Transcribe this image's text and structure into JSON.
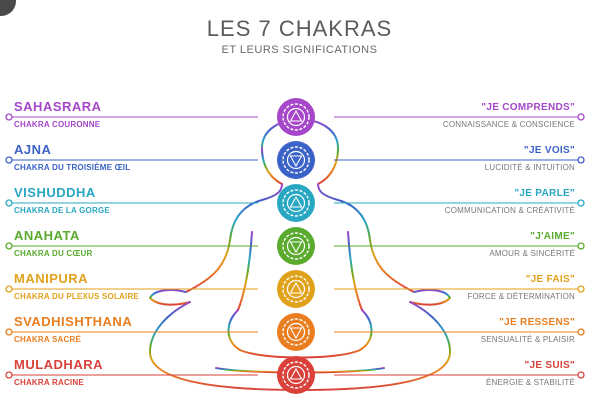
{
  "title": "LES 7 CHAKRAS",
  "subtitle": "ET LEURS SIGNIFICATIONS",
  "chakras": [
    {
      "name": "SAHASRARA",
      "sub": "CHAKRA COURONNE",
      "mantra": "\"JE COMPRENDS\"",
      "meaning": "CONNAISSANCE & CONSCIENCE",
      "color": "#a547c8"
    },
    {
      "name": "AJNA",
      "sub": "CHAKRA DU TROISIÈME ŒIL",
      "mantra": "\"JE VOIS\"",
      "meaning": "LUCIDITÉ & INTUITION",
      "color": "#3b62c6"
    },
    {
      "name": "VISHUDDHA",
      "sub": "CHAKRA DE LA GORGE",
      "mantra": "\"JE PARLE\"",
      "meaning": "COMMUNICATION & CRÉATIVITÉ",
      "color": "#28a7c2"
    },
    {
      "name": "ANAHATA",
      "sub": "CHAKRA DU CŒUR",
      "mantra": "\"J'AIME\"",
      "meaning": "AMOUR & SINCÉRITÉ",
      "color": "#5aaa2e"
    },
    {
      "name": "MANIPURA",
      "sub": "CHAKRA DU PLEXUS SOLAIRE",
      "mantra": "\"JE FAIS\"",
      "meaning": "FORCE & DÉTERMINATION",
      "color": "#e0a21a"
    },
    {
      "name": "SVADHISHTHANA",
      "sub": "CHAKRA SACRÉ",
      "mantra": "\"JE RESSENS\"",
      "meaning": "SENSUALITÉ & PLAISIR",
      "color": "#e97e1f"
    },
    {
      "name": "MULADHARA",
      "sub": "CHAKRA RACINE",
      "mantra": "\"JE SUIS\"",
      "meaning": "ÉNERGIE & STABILITÉ",
      "color": "#d9413a"
    }
  ]
}
